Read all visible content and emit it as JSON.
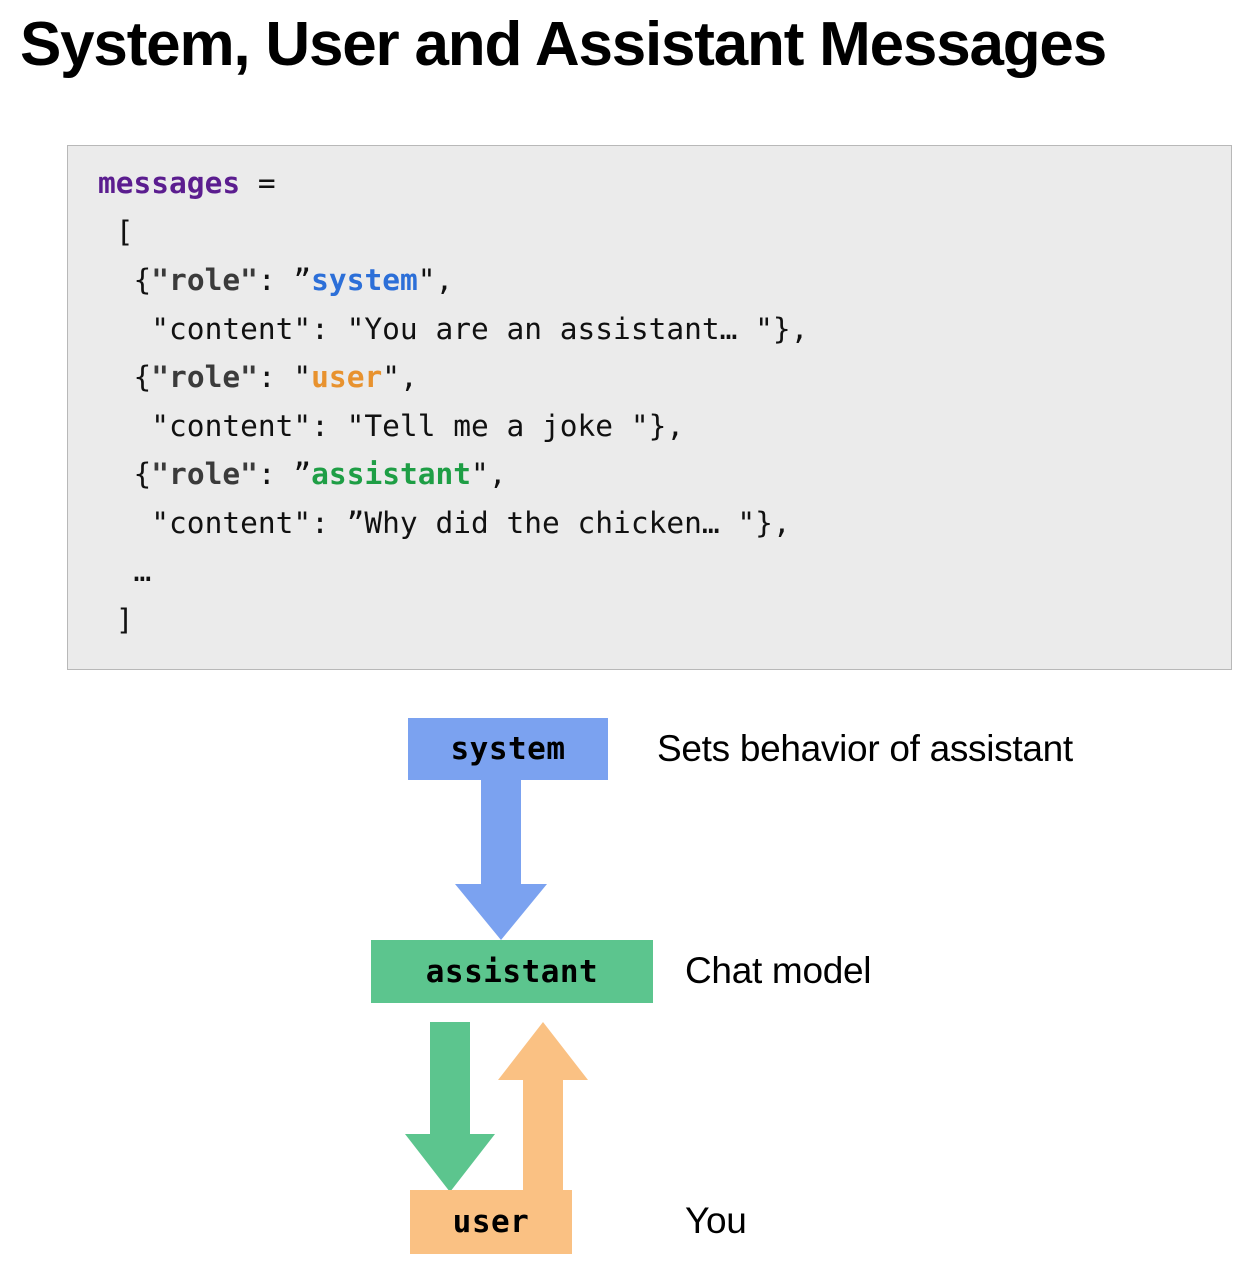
{
  "title": "System, User and Assistant Messages",
  "code_block": {
    "language": "python",
    "background_color": "#ebebeb",
    "border_color": "#b8b8b8",
    "lines": [
      {
        "id": "line-assign",
        "segments": [
          {
            "text": "messages",
            "style": "var"
          },
          {
            "text": " =",
            "style": "plain"
          }
        ]
      },
      {
        "id": "line-open-bracket",
        "segments": [
          {
            "text": " [",
            "style": "plain"
          }
        ]
      },
      {
        "id": "line-role-system",
        "segments": [
          {
            "text": "  {",
            "style": "plain"
          },
          {
            "text": "\"role\"",
            "style": "key"
          },
          {
            "text": ": ",
            "style": "plain"
          },
          {
            "text": "”",
            "style": "plain"
          },
          {
            "text": "system",
            "style": "system"
          },
          {
            "text": "\",",
            "style": "plain"
          }
        ]
      },
      {
        "id": "line-content-system",
        "segments": [
          {
            "text": "   \"content\": \"You are an assistant… \"},",
            "style": "plain"
          }
        ]
      },
      {
        "id": "line-role-user",
        "segments": [
          {
            "text": "  {",
            "style": "plain"
          },
          {
            "text": "\"role\"",
            "style": "key"
          },
          {
            "text": ": ",
            "style": "plain"
          },
          {
            "text": "\"",
            "style": "plain"
          },
          {
            "text": "user",
            "style": "user"
          },
          {
            "text": "\",",
            "style": "plain"
          }
        ]
      },
      {
        "id": "line-content-user",
        "segments": [
          {
            "text": "   \"content\": \"Tell me a joke \"},",
            "style": "plain"
          }
        ]
      },
      {
        "id": "line-role-assistant",
        "segments": [
          {
            "text": "  {",
            "style": "plain"
          },
          {
            "text": "\"role\"",
            "style": "key"
          },
          {
            "text": ": ",
            "style": "plain"
          },
          {
            "text": "”",
            "style": "plain"
          },
          {
            "text": "assistant",
            "style": "assistant"
          },
          {
            "text": "\",",
            "style": "plain"
          }
        ]
      },
      {
        "id": "line-content-assistant",
        "segments": [
          {
            "text": "   \"content\": ”Why did the chicken… \"},",
            "style": "plain"
          }
        ]
      },
      {
        "id": "line-ellipsis",
        "segments": [
          {
            "text": "  …",
            "style": "plain"
          }
        ]
      },
      {
        "id": "line-close-bracket",
        "segments": [
          {
            "text": " ]",
            "style": "plain"
          }
        ]
      }
    ],
    "token_colors": {
      "var": "#5B1D8F",
      "key": "#3b3b3b",
      "plain": "#111111",
      "system": "#2C6FD8",
      "user": "#E8922E",
      "assistant": "#1E9E45"
    }
  },
  "diagram": {
    "boxes": [
      {
        "id": "system",
        "label": "system",
        "color": "#7BA2F0",
        "description": "Sets behavior of assistant"
      },
      {
        "id": "assistant",
        "label": "assistant",
        "color": "#5CC58E",
        "description": "Chat model"
      },
      {
        "id": "user",
        "label": "user",
        "color": "#FAC183",
        "description": "You"
      }
    ],
    "arrows": [
      {
        "id": "system-to-assistant",
        "from": "system",
        "to": "assistant",
        "direction": "down",
        "color": "#7BA2F0"
      },
      {
        "id": "assistant-to-user",
        "from": "assistant",
        "to": "user",
        "direction": "down",
        "color": "#5CC58E"
      },
      {
        "id": "user-to-assistant",
        "from": "user",
        "to": "assistant",
        "direction": "up",
        "color": "#FAC183"
      }
    ]
  }
}
